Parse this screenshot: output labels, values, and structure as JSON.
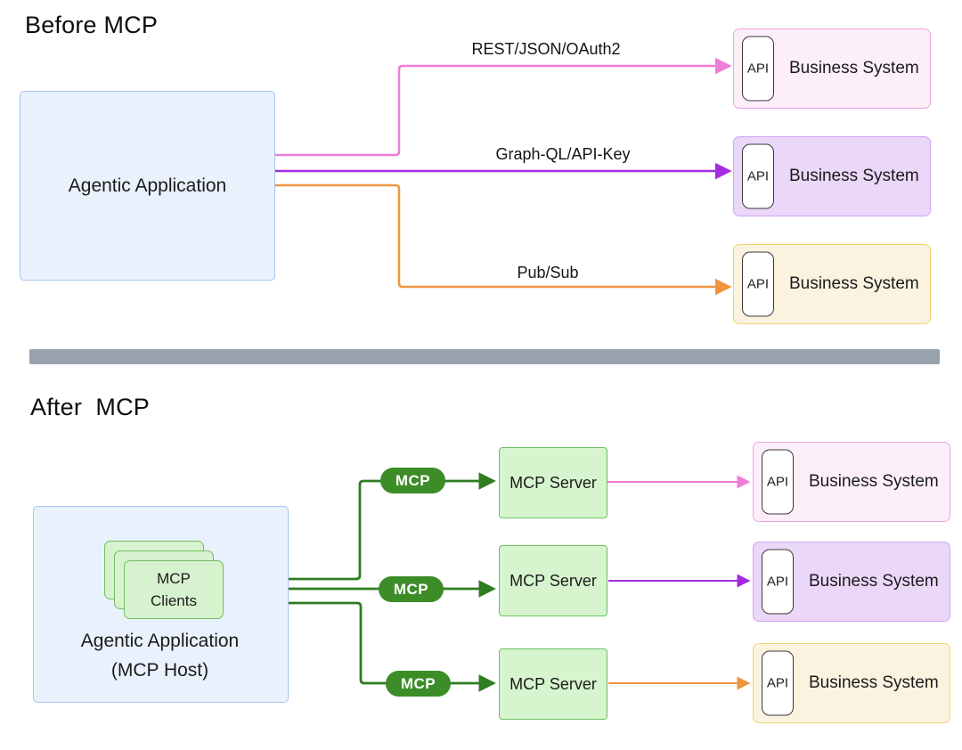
{
  "before": {
    "title": "Before MCP",
    "application": {
      "label": "Agentic Application"
    },
    "connections": [
      {
        "protocol_label": "REST/JSON/OAuth2",
        "api_label": "API",
        "system_label": "Business System",
        "line_color": "#EE7CD8",
        "system_fill": "#FCEFFA",
        "system_border": "#F1A3E3"
      },
      {
        "protocol_label": "Graph-QL/API-Key",
        "api_label": "API",
        "system_label": "Business System",
        "line_color": "#A32BE0",
        "system_fill": "#EBD7F8",
        "system_border": "#D2A4F2"
      },
      {
        "protocol_label": "Pub/Sub",
        "api_label": "API",
        "system_label": "Business System",
        "line_color": "#F0953F",
        "system_fill": "#FBF3DF",
        "system_border": "#F2D573"
      }
    ]
  },
  "after": {
    "title": "After  MCP",
    "host": {
      "line1": "Agentic Application",
      "line2": "(MCP Host)"
    },
    "clients": {
      "line1": "MCP",
      "line2": "Clients"
    },
    "connections": [
      {
        "pill_label": "MCP",
        "server_label": "MCP Server",
        "api_label": "API",
        "system_label": "Business System",
        "line_color": "#EE7CD8"
      },
      {
        "pill_label": "MCP",
        "server_label": "MCP Server",
        "api_label": "API",
        "system_label": "Business System",
        "line_color": "#A32BE0"
      },
      {
        "pill_label": "MCP",
        "server_label": "MCP Server",
        "api_label": "API",
        "system_label": "Business System",
        "line_color": "#F0953F"
      }
    ]
  },
  "colors": {
    "application_fill": "#E9F1FC",
    "application_border": "#A6C5EF",
    "client_fill": "#D7F2CE",
    "client_border": "#74BE62",
    "server_fill": "#D6F5CE",
    "server_border": "#6CC162",
    "mcp_pill": "#3C8C27",
    "mcp_line": "#2E7D20",
    "divider": "#99A1AD"
  }
}
